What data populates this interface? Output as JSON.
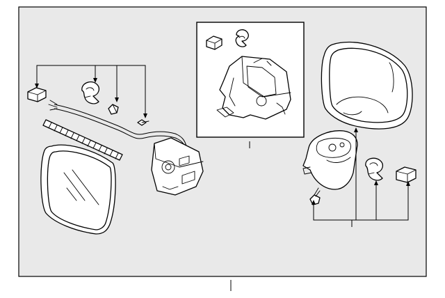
{
  "diagram": {
    "background": "#e9e9e9",
    "line_color": "#000000",
    "parts": [
      {
        "id": "glass",
        "icon": "mirror-glass-icon"
      },
      {
        "id": "cover-cap",
        "icon": "cover-cap-icon"
      },
      {
        "id": "motor-inset",
        "icon": "mirror-motor-icon"
      },
      {
        "id": "actuator",
        "icon": "actuator-icon"
      },
      {
        "id": "harness",
        "icon": "wire-harness-icon"
      },
      {
        "id": "wiring-sleeve",
        "icon": "corrugated-tube-icon"
      },
      {
        "id": "base",
        "icon": "mirror-base-icon"
      },
      {
        "id": "clip",
        "icon": "clip-icon"
      },
      {
        "id": "cap",
        "icon": "cap-icon"
      },
      {
        "id": "screw",
        "icon": "screw-icon"
      }
    ]
  }
}
